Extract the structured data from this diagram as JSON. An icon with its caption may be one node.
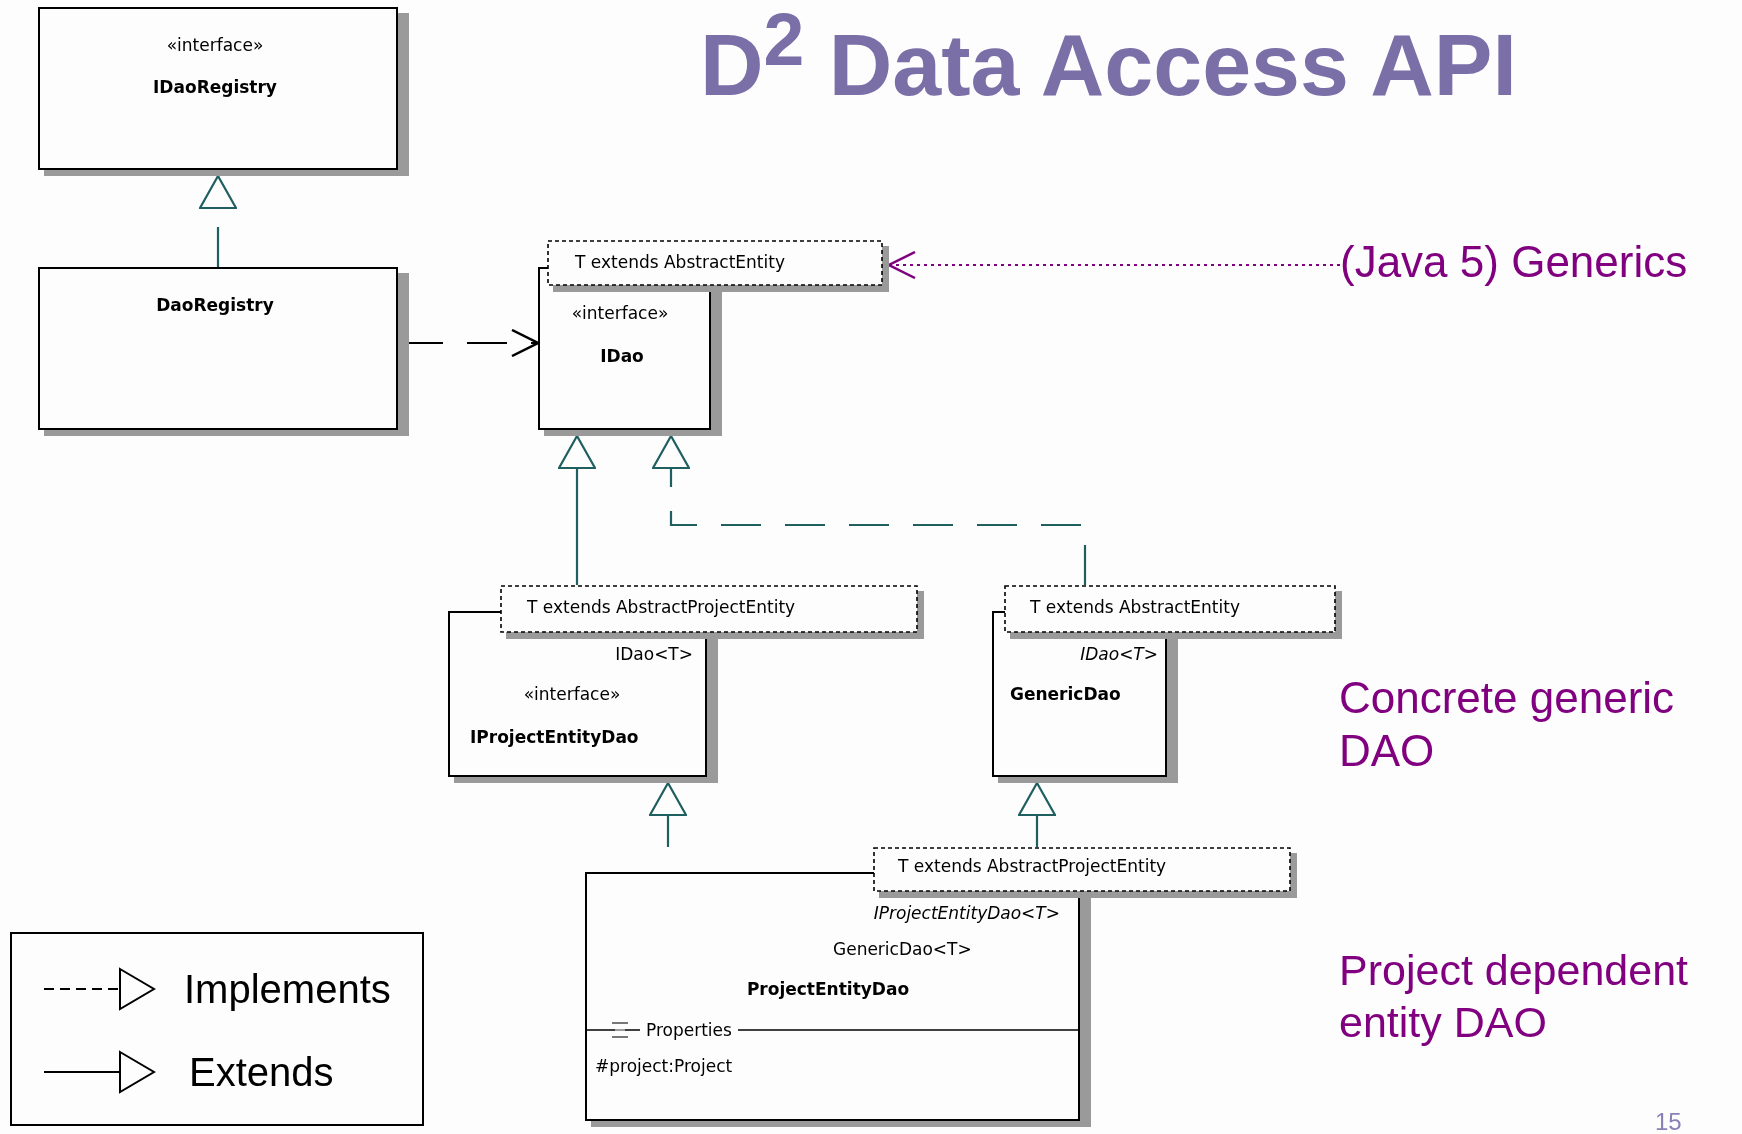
{
  "diagram": {
    "title": "D$^{2}$ Data Access API",
    "nodes": [
      {
        "text": [
          "«interface»",
          "IDaoRegistry"
        ]
      },
      {
        "text": [
          "DaoRegistry"
        ]
      },
      {
        "text": [
          "T extends AbstractEntity",
          "«interface»",
          "IDao"
        ]
      },
      {
        "text": [
          "(Java 5) Generics"
        ]
      },
      {
        "text": [
          "T extends AbstractProjectEntity",
          "IDao<T>",
          "«interface»",
          "IProjectEntityDao"
        ]
      },
      {
        "text": [
          "T extends AbstractEntity",
          "IDao<T>",
          "GenericDao"
        ]
      },
      {
        "text": [
          "T extends AbstractProjectEntity",
          "IProjectEntityDao<T>",
          "GenericDao<T>",
          "ProjectEntityDao",
          "Properties",
          "#project:Project"
        ]
      }
    ],
    "edges": [
      {
        "from": 1,
        "to": 0,
        "arrow": "to",
        "style": "dashed"
      },
      {
        "from": 1,
        "to": 2,
        "arrow": "to",
        "style": "dashed",
        "color": "#000000"
      },
      {
        "from": 4,
        "to": 2,
        "arrow": "to"
      },
      {
        "from": 5,
        "to": 2,
        "arrow": "to",
        "style": "dashed"
      },
      {
        "from": 6,
        "to": 4,
        "arrow": "to",
        "style": "dashed"
      },
      {
        "from": 6,
        "to": 5,
        "arrow": "to"
      },
      {
        "from": 3,
        "to": 2,
        "arrow": "to",
        "style": "dashed",
        "color": "#800080"
      }
    ],
    "labels": [
      "Concrete generic DAO",
      "Project dependent entity DAO",
      "15"
    ],
    "legend": [
      {
        "text": "Implements"
      },
      {
        "text": "Extends"
      }
    ]
  }
}
